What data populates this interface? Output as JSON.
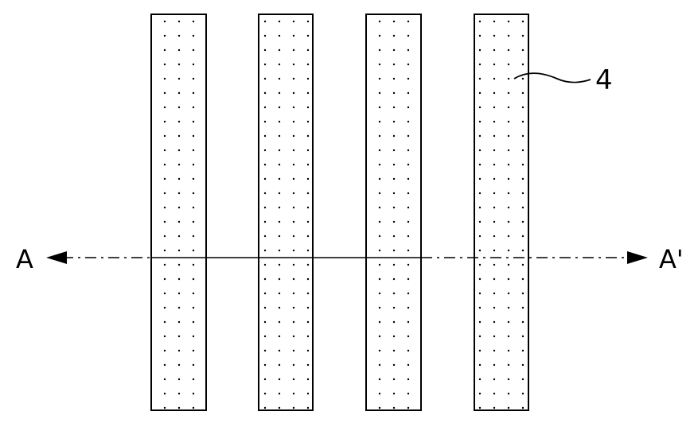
{
  "figure": {
    "strip_count": 4,
    "reference_numeral": "4",
    "section_line": {
      "start_label": "A",
      "end_label": "A'"
    },
    "colors": {
      "line": "#000000",
      "stipple": "#000000",
      "background": "#ffffff"
    },
    "fill_pattern": "stippled dots"
  }
}
